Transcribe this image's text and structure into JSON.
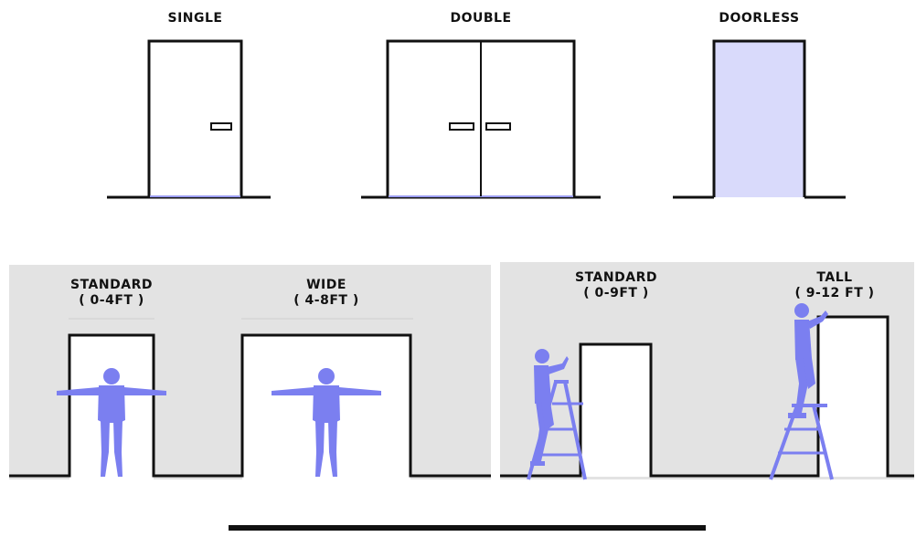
{
  "colors": {
    "accent": "#7b7ff0",
    "door_fill": "#d9dafb",
    "panel_bg": "#e3e3e3",
    "line": "#111111"
  },
  "door_types": [
    {
      "label": "SINGLE"
    },
    {
      "label": "DOUBLE"
    },
    {
      "label": "DOORLESS"
    }
  ],
  "width_panel": {
    "standard": {
      "title": "STANDARD",
      "range": "( 0-4FT )"
    },
    "wide": {
      "title": "WIDE",
      "range": "( 4-8FT )"
    }
  },
  "height_panel": {
    "standard": {
      "title": "STANDARD",
      "range": "( 0-9FT )"
    },
    "tall": {
      "title": "TALL",
      "range": "( 9-12 FT )"
    }
  },
  "icons": [
    "person-arms-out-icon",
    "person-on-ladder-icon"
  ]
}
